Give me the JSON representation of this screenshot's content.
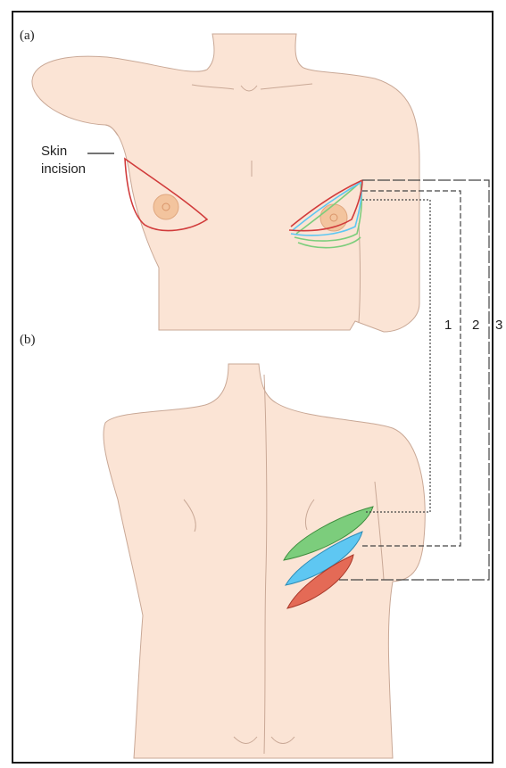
{
  "panels": {
    "a": {
      "label": "(a)"
    },
    "b": {
      "label": "(b)"
    }
  },
  "callout": {
    "line1": "Skin",
    "line2": "incision"
  },
  "brackets": [
    "1",
    "2",
    "3"
  ],
  "colors": {
    "skin": "#fbe4d5",
    "skin_outline": "#c9a896",
    "incision": "#d13b3b",
    "flap1": "#7ccd7c",
    "flap2": "#5ec7f2",
    "flap3": "#e46a56",
    "areola": "#f3c49e"
  }
}
